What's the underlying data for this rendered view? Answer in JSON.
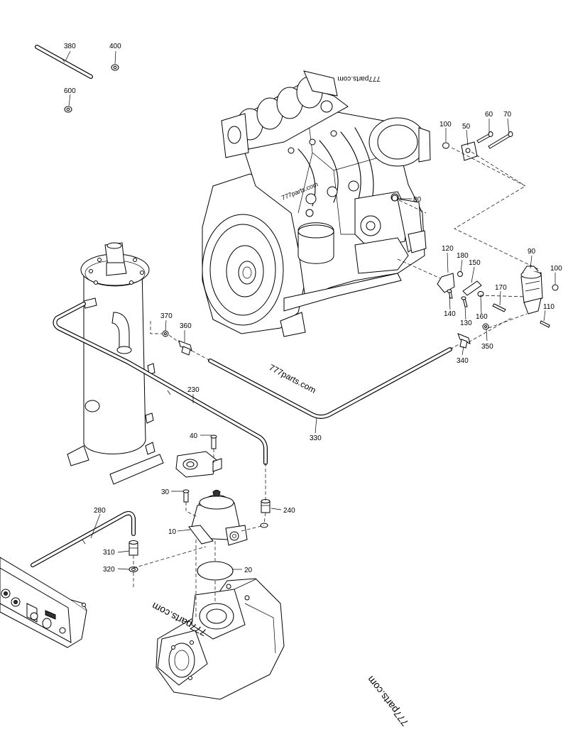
{
  "callouts": [
    {
      "id": "c380",
      "label": "380"
    },
    {
      "id": "c400",
      "label": "400"
    },
    {
      "id": "c600",
      "label": "600"
    },
    {
      "id": "c100a",
      "label": "100"
    },
    {
      "id": "c50",
      "label": "50"
    },
    {
      "id": "c60",
      "label": "60"
    },
    {
      "id": "c70",
      "label": "70"
    },
    {
      "id": "c80",
      "label": "80"
    },
    {
      "id": "c90",
      "label": "90"
    },
    {
      "id": "c100b",
      "label": "100"
    },
    {
      "id": "c120",
      "label": "120"
    },
    {
      "id": "c180",
      "label": "180"
    },
    {
      "id": "c150",
      "label": "150"
    },
    {
      "id": "c170",
      "label": "170"
    },
    {
      "id": "c110",
      "label": "110"
    },
    {
      "id": "c140",
      "label": "140"
    },
    {
      "id": "c130",
      "label": "130"
    },
    {
      "id": "c160",
      "label": "160"
    },
    {
      "id": "c350",
      "label": "350"
    },
    {
      "id": "c340",
      "label": "340"
    },
    {
      "id": "c370",
      "label": "370"
    },
    {
      "id": "c360",
      "label": "360"
    },
    {
      "id": "c230",
      "label": "230"
    },
    {
      "id": "c330",
      "label": "330"
    },
    {
      "id": "c40",
      "label": "40"
    },
    {
      "id": "c30",
      "label": "30"
    },
    {
      "id": "c240",
      "label": "240"
    },
    {
      "id": "c10",
      "label": "10"
    },
    {
      "id": "c280",
      "label": "280"
    },
    {
      "id": "c310",
      "label": "310"
    },
    {
      "id": "c320",
      "label": "320"
    },
    {
      "id": "c20",
      "label": "20"
    }
  ],
  "watermarks": {
    "wm1": "777parts.com",
    "wm2": "777parts.com",
    "wm3": "777parts.com",
    "wm4": "777parts.com",
    "wm5": "777parts.com"
  }
}
